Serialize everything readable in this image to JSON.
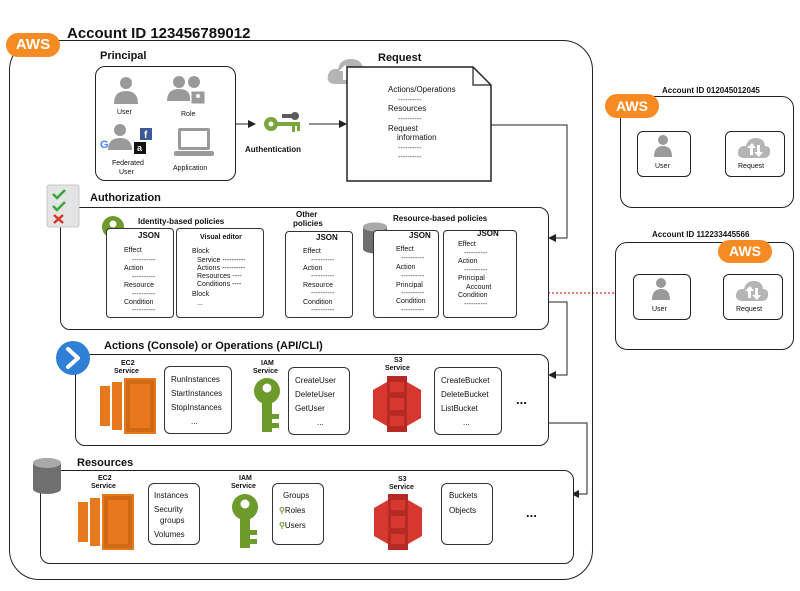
{
  "main_account": {
    "aws_badge": "AWS",
    "title": "Account ID 123456789012"
  },
  "principal": {
    "title": "Principal",
    "user": "User",
    "role": "Role",
    "federated_l1": "Federated",
    "federated_l2": "User",
    "application": "Application"
  },
  "authentication": "Authentication",
  "request": {
    "title": "Request",
    "line1": "Actions/Operations",
    "line2": "Resources",
    "line3a": "Request",
    "line3b": "information"
  },
  "authorization": {
    "title": "Authorization",
    "identity_title": "Identity-based policies",
    "json": "JSON",
    "visual_editor": "Visual editor",
    "effect": "Effect",
    "action": "Action",
    "resource": "Resource",
    "condition": "Condition",
    "block": "Block",
    "service": "Service",
    "actions": "Actions",
    "resources": "Resources",
    "conditions": "Conditions",
    "ellipsis": "...",
    "other_l1": "Other",
    "other_l2": "policies",
    "resource_title": "Resource-based policies",
    "principal": "Principal",
    "account": "Account",
    "dashes": "----------"
  },
  "actions": {
    "title": "Actions (Console) or Operations (API/CLI)",
    "ec2_l1": "EC2",
    "ec2_l2": "Service",
    "iam_l1": "IAM",
    "iam_l2": "Service",
    "s3_l1": "S3",
    "s3_l2": "Service",
    "ec2_items": [
      "RunInstances",
      "StartInstances",
      "StopInstances",
      "..."
    ],
    "iam_items": [
      "CreateUser",
      "DeleteUser",
      "GetUser",
      "..."
    ],
    "s3_items": [
      "CreateBucket",
      "DeleteBucket",
      "ListBucket",
      "..."
    ],
    "more": "..."
  },
  "resources": {
    "title": "Resources",
    "ec2_l1": "EC2",
    "ec2_l2": "Service",
    "iam_l1": "IAM",
    "iam_l2": "Service",
    "s3_l1": "S3",
    "s3_l2": "Service",
    "ec2_items": [
      "Instances",
      "Security",
      "groups",
      "Volumes"
    ],
    "iam_items": [
      "Groups",
      "Roles",
      "Users"
    ],
    "s3_items": [
      "Buckets",
      "Objects"
    ],
    "more": "..."
  },
  "account2": {
    "aws_badge": "AWS",
    "title": "Account ID 012045012045",
    "user": "User",
    "request": "Request"
  },
  "account3": {
    "aws_badge": "AWS",
    "title": "Account ID 112233445566",
    "user": "User",
    "request": "Request"
  },
  "colors": {
    "aws_orange": "#f68b24",
    "ec2_orange": "#e8781d",
    "iam_green": "#6e9a2c",
    "s3_red": "#d6372e",
    "gray": "#8f8f8f",
    "blue": "#2f7fd6",
    "red_dotted": "#e0302a"
  }
}
